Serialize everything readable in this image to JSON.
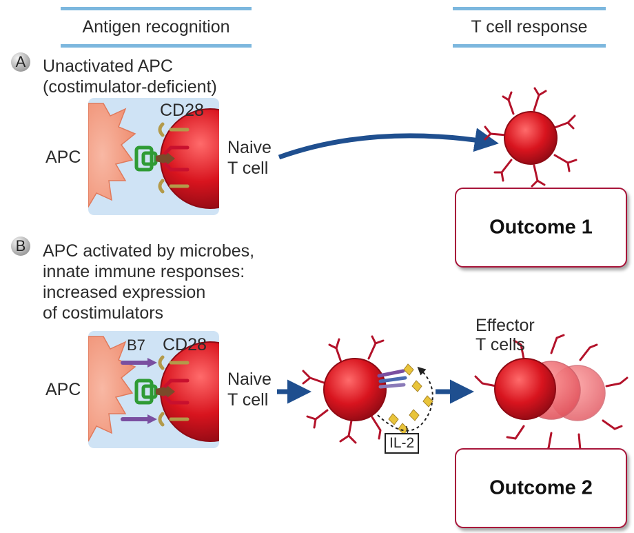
{
  "headers": {
    "left": "Antigen recognition",
    "right": "T cell response"
  },
  "panel_a": {
    "badge": "A",
    "caption_line1": "Unactivated APC",
    "caption_line2": "(costimulator-deficient)",
    "apc_label": "APC",
    "cd28_label": "CD28",
    "tcell_line1": "Naive",
    "tcell_line2": "T cell",
    "outcome": "Outcome 1"
  },
  "panel_b": {
    "badge": "B",
    "caption_line1": "APC activated by microbes,",
    "caption_line2": "innate immune responses:",
    "caption_line3": "increased expression",
    "caption_line4": "of costimulators",
    "apc_label": "APC",
    "b7_label": "B7",
    "cd28_label": "CD28",
    "tcell_line1": "Naive",
    "tcell_line2": "T cell",
    "il2_label": "IL-2",
    "effector_line1": "Effector",
    "effector_line2": "T cells",
    "outcome": "Outcome 2"
  },
  "colors": {
    "apc_box": "#cfe3f5",
    "apc_cell": "#f39a80",
    "tcell": "#d8141e",
    "arrow": "#1f4f8f",
    "mhc": "#2f9b35",
    "cd28": "#b39a4a",
    "b7": "#7a4fa0",
    "outcome_border": "#a8153a"
  }
}
